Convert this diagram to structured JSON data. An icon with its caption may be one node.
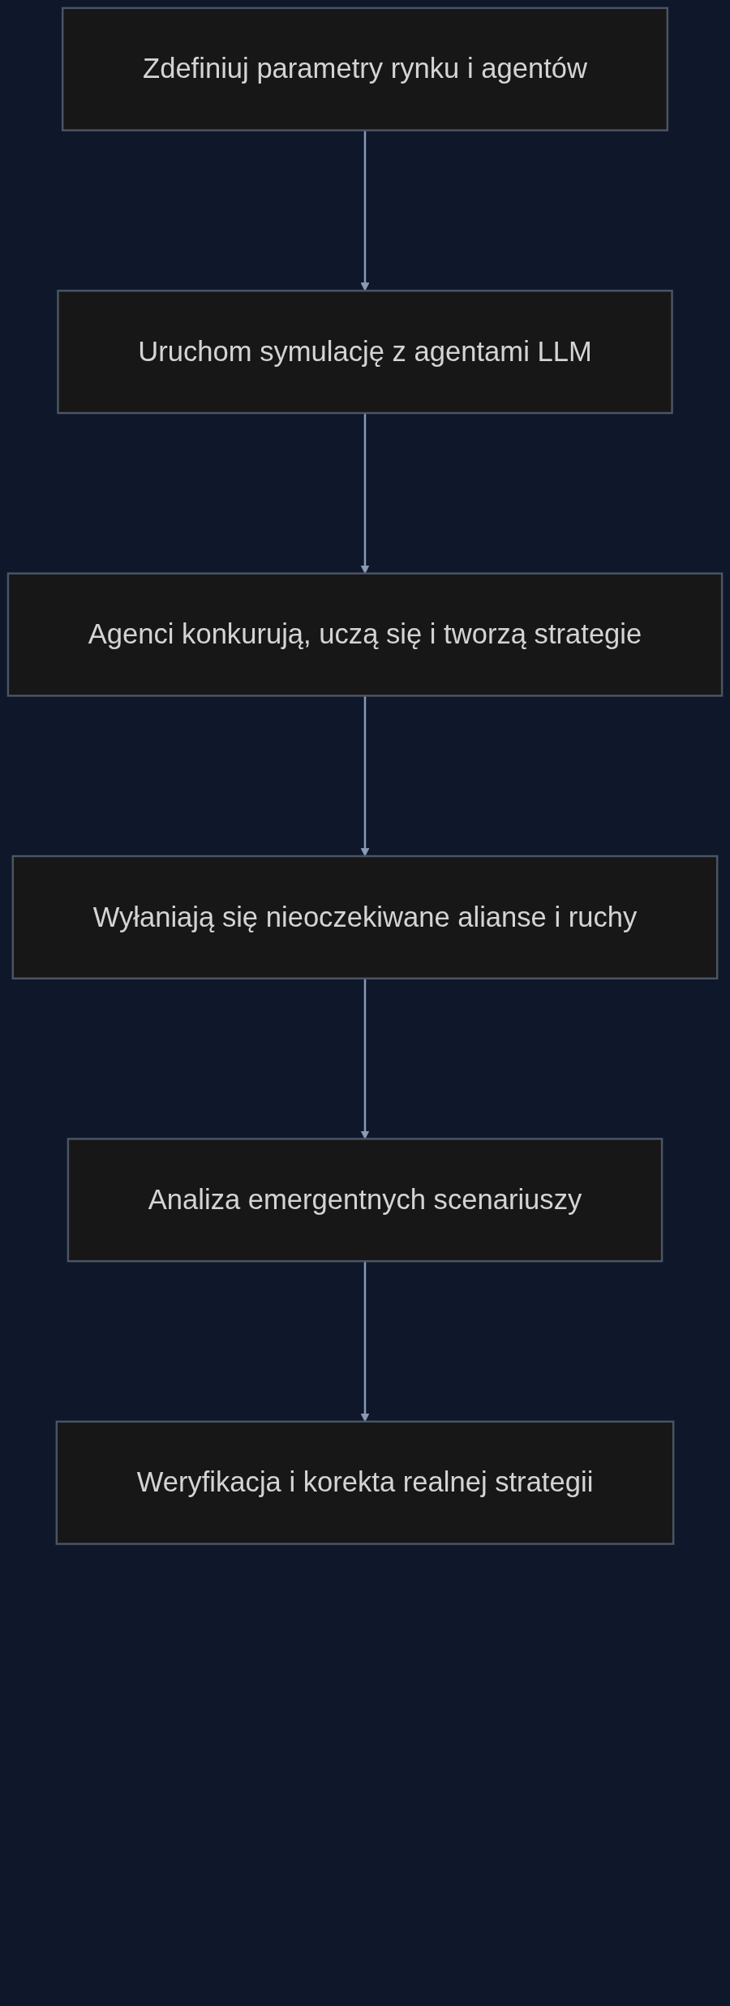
{
  "diagram": {
    "nodes": [
      {
        "text": [
          "Zdefiniuj parametry rynku i agentów"
        ]
      },
      {
        "text": [
          "Uruchom symulację z agentami LLM"
        ]
      },
      {
        "text": [
          "Agenci konkurują, uczą się i tworzą strategie"
        ]
      },
      {
        "text": [
          "Wyłaniają się nieoczekiwane alianse i ruchy"
        ]
      },
      {
        "text": [
          "Analiza emergentnych scenariuszy"
        ]
      },
      {
        "text": [
          "Weryfikacja i korekta realnej strategii"
        ]
      }
    ],
    "edges": [
      {
        "from": 0,
        "to": 1,
        "arrow": "to"
      },
      {
        "from": 1,
        "to": 2,
        "arrow": "to"
      },
      {
        "from": 2,
        "to": 3,
        "arrow": "to"
      },
      {
        "from": 3,
        "to": 4,
        "arrow": "to"
      },
      {
        "from": 4,
        "to": 5,
        "arrow": "to"
      }
    ]
  }
}
